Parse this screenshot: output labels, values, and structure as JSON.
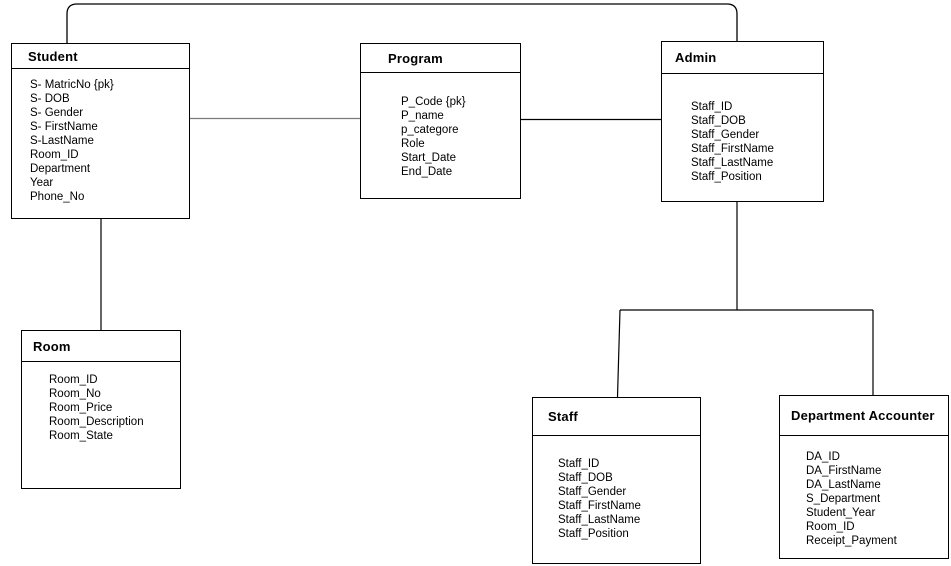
{
  "entities": {
    "student": {
      "title": "Student",
      "fields": [
        "S- MatricNo {pk}",
        "S- DOB",
        "S- Gender",
        "S- FirstName",
        "S-LastName",
        "Room_ID",
        "Department",
        "Year",
        "Phone_No"
      ]
    },
    "program": {
      "title": "Program",
      "fields": [
        "P_Code {pk}",
        "P_name",
        "p_categore",
        "Role",
        "Start_Date",
        "End_Date"
      ]
    },
    "admin": {
      "title": "Admin",
      "fields": [
        "Staff_ID",
        "Staff_DOB",
        "Staff_Gender",
        "Staff_FirstName",
        "Staff_LastName",
        "Staff_Position"
      ]
    },
    "room": {
      "title": "Room",
      "fields": [
        "Room_ID",
        "Room_No",
        "Room_Price",
        "Room_Description",
        "Room_State"
      ]
    },
    "staff": {
      "title": "Staff",
      "fields": [
        "Staff_ID",
        "Staff_DOB",
        "Staff_Gender",
        "Staff_FirstName",
        "Staff_LastName",
        "Staff_Position"
      ]
    },
    "dept_accounter": {
      "title": "Department Accounter",
      "fields": [
        "DA_ID",
        "DA_FirstName",
        "DA_LastName",
        "S_Department",
        "Student_Year",
        "Room_ID",
        "Receipt_Payment"
      ]
    }
  },
  "relationships": [
    {
      "from": "Student",
      "to": "Admin",
      "route": "top-loop"
    },
    {
      "from": "Student",
      "to": "Program",
      "route": "horizontal"
    },
    {
      "from": "Program",
      "to": "Admin",
      "route": "horizontal"
    },
    {
      "from": "Student",
      "to": "Room",
      "route": "vertical"
    },
    {
      "from": "Admin",
      "to": "Staff",
      "route": "branch"
    },
    {
      "from": "Admin",
      "to": "Department Accounter",
      "route": "branch"
    }
  ],
  "colors": {
    "background": "#ffffff",
    "border": "#000000",
    "text": "#000000",
    "connector": "#000000",
    "connector_muted": "#7a7a7a"
  }
}
